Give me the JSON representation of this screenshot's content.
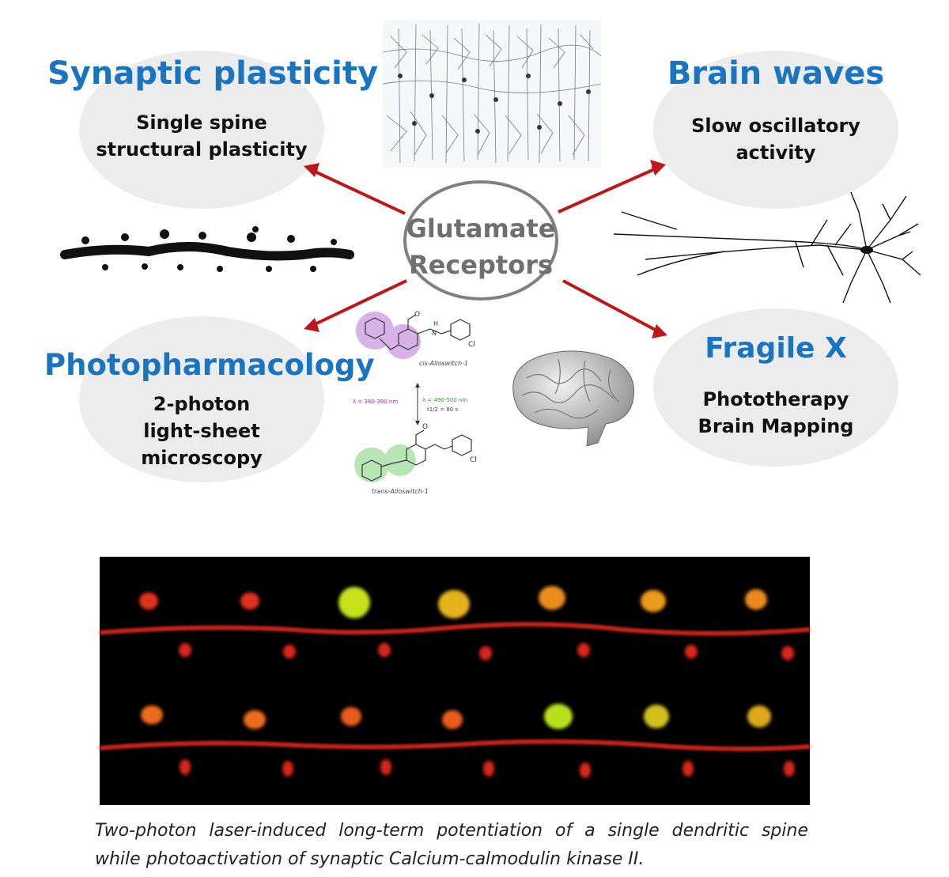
{
  "center": {
    "line1": "Glutamate",
    "line2": "Receptors"
  },
  "topics": [
    {
      "title": "Synaptic plasticity",
      "lines": [
        "Single spine",
        "structural plasticity"
      ]
    },
    {
      "title": "Brain waves",
      "lines": [
        "Slow oscillatory",
        "activity"
      ]
    },
    {
      "title": "Photopharmacology",
      "lines": [
        "2-photon",
        "light-sheet",
        "microscopy"
      ]
    },
    {
      "title": "Fragile X",
      "lines": [
        "Phototherapy",
        "Brain Mapping"
      ]
    }
  ],
  "chemistry": {
    "top_label": "cis-Alloswitch-1",
    "bottom_label": "trans-Alloswitch-1",
    "left_condition": "λ = 380-390 nm",
    "right_condition": "λ = 490-500 nm",
    "time_condition": "t1/2 = 80 s",
    "atom_o": "O",
    "atom_h": "H",
    "atom_n": "N",
    "atom_cl": "Cl"
  },
  "caption": {
    "line1": "Two-photon laser-induced long-term potentiation of a single dendritic spine",
    "line2": "while photoactivation of synaptic Calcium-calmodulin kinase II."
  },
  "colors": {
    "title_blue": "#1a75c1",
    "arrow_red": "#c0161b",
    "ellipse_gray": "#ececec",
    "center_border": "#808080"
  }
}
